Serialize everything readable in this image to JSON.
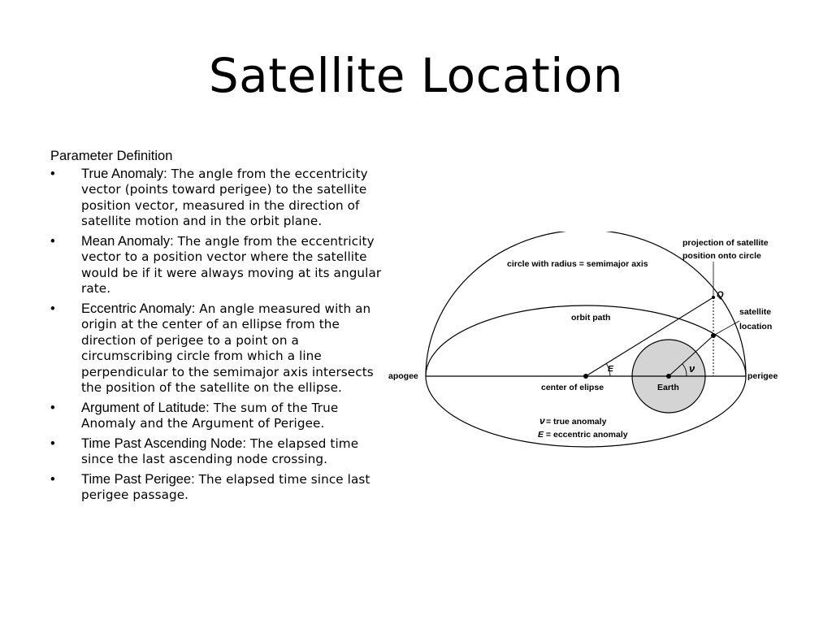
{
  "slide": {
    "title": "Satellite Location"
  },
  "parameters": {
    "heading": "Parameter Definition",
    "items": [
      {
        "term": "True Anomaly:",
        "definition": " The angle from the eccentricity vector (points toward perigee) to the satellite position vector, measured in the direction of satellite motion and in the orbit plane."
      },
      {
        "term": "Mean Anomaly:",
        "definition": " The angle from the eccentricity vector to a position vector where the satellite would be if it were always moving at its angular rate."
      },
      {
        "term": "Eccentric Anomaly:",
        "definition": " An angle measured with an origin at the center of an ellipse from the direction of perigee to a point on a circumscribing circle from which a line perpendicular to the semimajor axis intersects the position of the satellite on the ellipse."
      },
      {
        "term": "Argument of Latitude:",
        "definition": " The sum of the True Anomaly and the Argument of Perigee."
      },
      {
        "term": "Time Past Ascending Node:",
        "definition": " The elapsed time since the last ascending node crossing."
      },
      {
        "term": "Time Past Perigee:",
        "definition": " The elapsed time since last perigee passage."
      }
    ]
  },
  "diagram": {
    "labels": {
      "circle": "circle with radius = semimajor axis",
      "projection_line1": "projection of satellite",
      "projection_line2": "position onto circle",
      "q": "Q",
      "orbit_path": "orbit path",
      "satellite_line1": "satellite",
      "satellite_line2": "location",
      "apogee": "apogee",
      "perigee": "perigee",
      "e_angle": "E",
      "center_of_ellipse": "center of elipse",
      "earth": "Earth",
      "legend_true": "= true anomaly",
      "legend_e_symbol": "E",
      "legend_eccentric": " = eccentric anomaly"
    },
    "colors": {
      "earth_fill": "#d4d4d4",
      "stroke": "#000000"
    }
  }
}
